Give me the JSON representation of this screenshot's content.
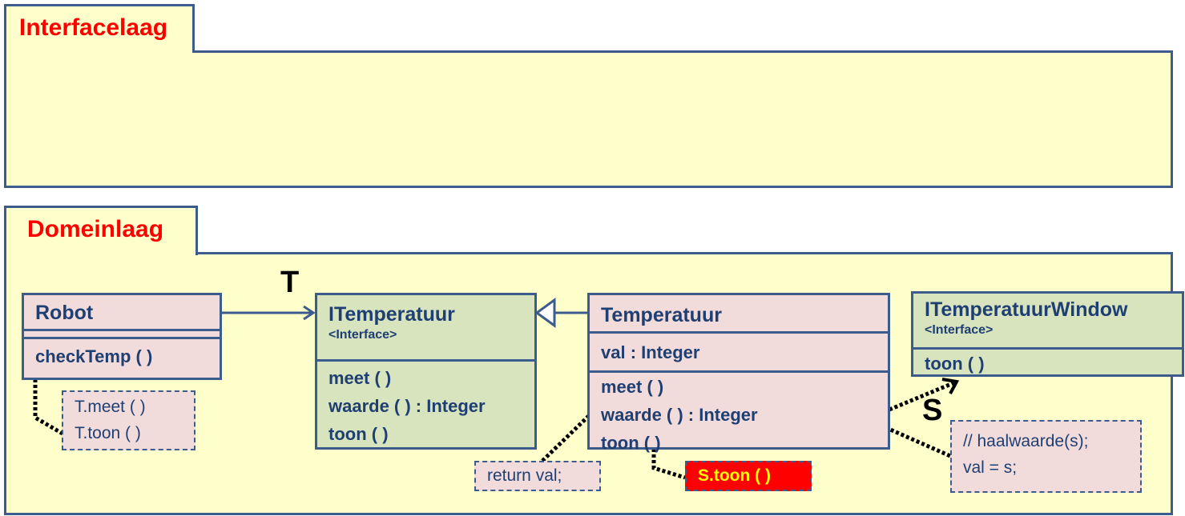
{
  "layers": {
    "interface": "Interfacelaag",
    "domain": "Domeinlaag"
  },
  "classes": {
    "robot": {
      "name": "Robot",
      "methods": [
        "checkTemp ( )"
      ]
    },
    "itemperatuur": {
      "name": "ITemperatuur",
      "stereotype": "<Interface>",
      "methods": [
        "meet ( )",
        "waarde ( ) : Integer",
        "toon ( )"
      ]
    },
    "temperatuur": {
      "name": "Temperatuur",
      "attributes": [
        "val : Integer"
      ],
      "methods": [
        "meet ( )",
        "waarde ( ) : Integer",
        "toon ( )"
      ]
    },
    "itemperatuurwindow": {
      "name": "ITemperatuurWindow",
      "stereotype": "<Interface>",
      "methods": [
        "toon ( )"
      ]
    }
  },
  "notes": {
    "robot_check": [
      "T.meet ( )",
      "T.toon ( )"
    ],
    "return_val": "return val;",
    "s_toon": "S.toon ( )",
    "meet_impl": [
      "// haalwaarde(s);",
      "val = s;"
    ]
  },
  "labels": {
    "t": "T",
    "s": "S"
  },
  "colors": {
    "title": "#FF0000",
    "layer_fill": "#FFFFCC",
    "class_fill": "#F2DCDB",
    "interface_fill": "#D7E4BD",
    "border": "#3B5C8C",
    "highlight": "#FF0000",
    "highlight_text": "#FFFF00"
  }
}
